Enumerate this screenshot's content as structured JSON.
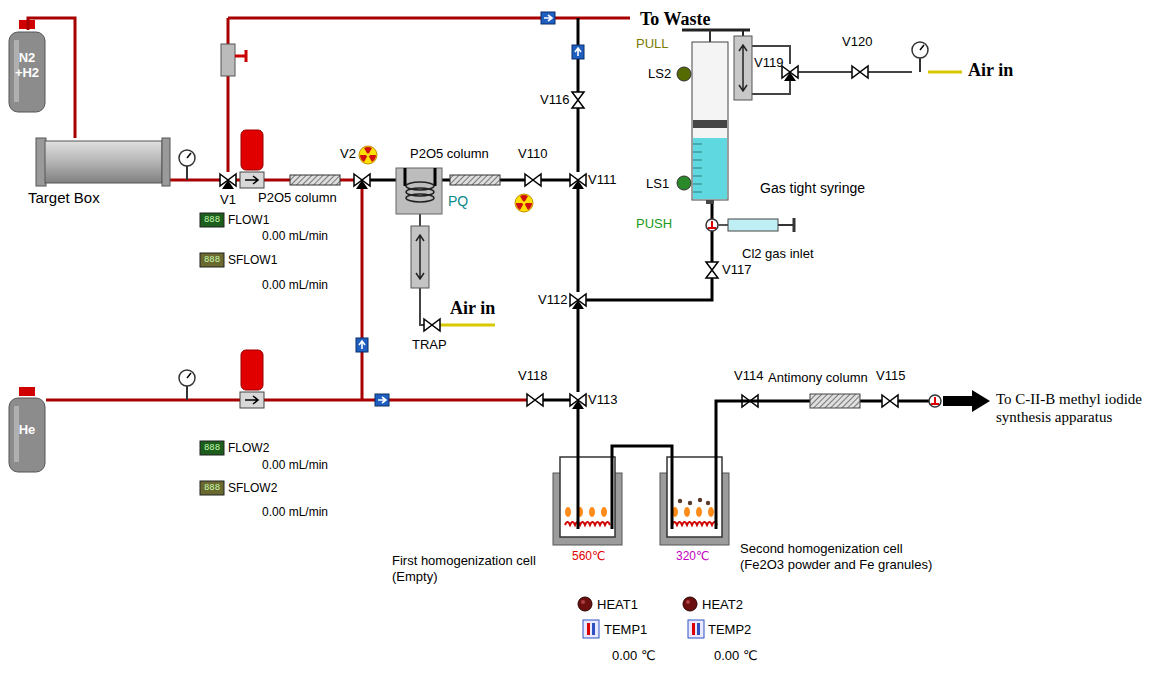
{
  "diagram": {
    "nodes": [
      {
        "text": [
          "N2 +H2"
        ]
      },
      {
        "text": [
          "Target Box"
        ]
      },
      {
        "text": [
          "PQ"
        ]
      },
      {
        "text": [
          "Gas tight syringe"
        ]
      },
      {
        "text": [
          "He"
        ]
      },
      {
        "text": [
          "Antimony column"
        ]
      },
      {
        "text": [
          "First homogenization cell (Empty)"
        ]
      },
      {
        "text": [
          "Second homogenization cell (Fe2O3 powder and Fe granules)"
        ]
      }
    ],
    "edges": [
      {
        "from": 0,
        "to": 1,
        "arrow": "none"
      },
      {
        "from": 6,
        "to": 7,
        "arrow": "none"
      },
      {
        "from": 7,
        "to": 5,
        "arrow": "none"
      }
    ],
    "labels": [
      "To Waste",
      "V1",
      "P2O5 column",
      "V2",
      "P2O5 column",
      "V110",
      "V116",
      "V111",
      "PULL",
      "LS2",
      "V119",
      "V120",
      "Air in",
      "LS1",
      "PUSH",
      "Cl2 gas inlet",
      "V117",
      "V112",
      "Air in",
      "TRAP",
      "888",
      "FLOW1",
      "0.00 mL/min",
      "888",
      "SFLOW1",
      "0.00 mL/min",
      "V118",
      "V113",
      "V114",
      "V115",
      "To C-II-B methyl iodide synthesis apparatus",
      "888",
      "FLOW2",
      "0.00 mL/min",
      "888",
      "SFLOW2",
      "0.00 mL/min",
      "560℃",
      "320℃",
      "HEAT1",
      "HEAT2",
      "TEMP1",
      "0.00 ℃",
      "TEMP2",
      "0.00 ℃"
    ]
  }
}
